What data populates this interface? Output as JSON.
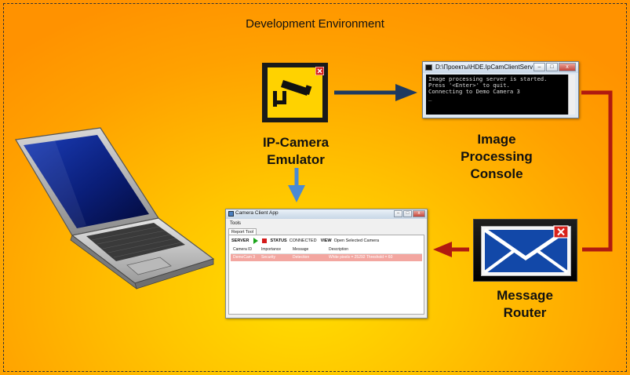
{
  "environment_title": "Development Environment",
  "labels": {
    "emulator": [
      "IP-Camera",
      "Emulator"
    ],
    "console": [
      "Image",
      "Processing",
      "Console"
    ],
    "router": [
      "Message",
      "Router"
    ]
  },
  "console_window": {
    "title": "D:\\Проекты\\HDE.IpCamClientServer\\t...",
    "lines": [
      "Image processing server is started.",
      "Press '<Enter>' to quit.",
      "Connecting to Demo Camera 3",
      "_"
    ]
  },
  "client_app": {
    "title": "Camera Client App",
    "menu": "Tools",
    "tab": "Report Tool",
    "toolbar": {
      "server": "SERVER",
      "status_label": "STATUS",
      "status_value": "CONNECTED",
      "view_label": "VIEW",
      "view_value": "Open Selected Camera"
    },
    "columns": [
      "Camera ID",
      "Importance",
      "Message",
      "Description"
    ],
    "row": [
      "DemoCam 3",
      "Security",
      "Detection",
      "White pixels = 25292 Threshold = 60"
    ]
  },
  "colors": {
    "camera_bg": "#ffd200",
    "arrow_dark": "#1f3a60",
    "arrow_blue": "#4a8ad4",
    "arrow_red": "#b01a10",
    "router_envelope": "#1248a8",
    "close_badge": "#d8211b"
  },
  "icons": [
    "laptop-icon",
    "camera-icon",
    "envelope-icon",
    "close-badge-icon"
  ]
}
